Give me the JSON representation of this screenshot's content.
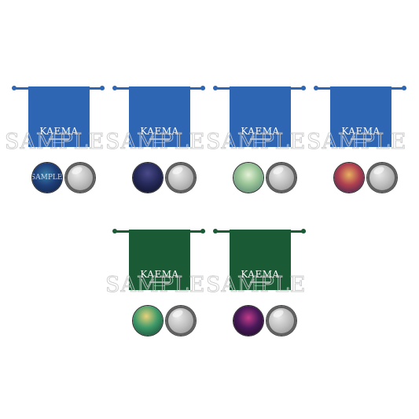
{
  "logo_text": "KAEMA",
  "watermark_text": "SAMPLE",
  "colors": {
    "blue_pouch": "#2f66b4",
    "green_pouch": "#1a5a34",
    "mirror": "#bdbdbd"
  },
  "items": [
    {
      "pouch_color": "blue",
      "badge_theme": "navy-teal",
      "mirror": "silver"
    },
    {
      "pouch_color": "blue",
      "badge_theme": "dark-purple",
      "mirror": "silver"
    },
    {
      "pouch_color": "blue",
      "badge_theme": "pale-green",
      "mirror": "silver"
    },
    {
      "pouch_color": "blue",
      "badge_theme": "red-gold",
      "mirror": "silver"
    },
    {
      "pouch_color": "green",
      "badge_theme": "green-gold",
      "mirror": "silver"
    },
    {
      "pouch_color": "green",
      "badge_theme": "magenta-dark",
      "mirror": "silver"
    }
  ]
}
